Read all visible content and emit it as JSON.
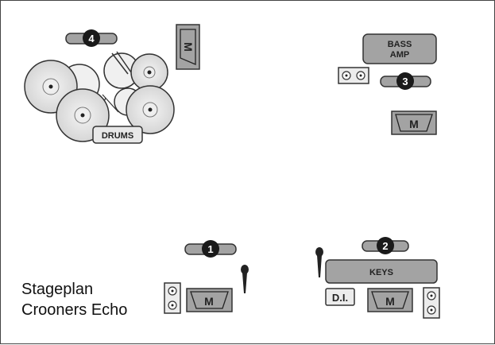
{
  "title": {
    "line1": "Stageplan",
    "line2": "Crooners Echo"
  },
  "positions": [
    {
      "number": "1"
    },
    {
      "number": "2"
    },
    {
      "number": "3"
    },
    {
      "number": "4"
    }
  ],
  "labels": {
    "drums": "DRUMS",
    "bass_amp_line1": "BASS",
    "bass_amp_line2": "AMP",
    "keys": "KEYS",
    "di": "D.I.",
    "monitor": "M"
  },
  "colors": {
    "equipment_fill": "#a3a3a3",
    "number_badge": "#1a1a1a",
    "cymbal_fill": "#e6e6e6",
    "outline": "#333333"
  }
}
